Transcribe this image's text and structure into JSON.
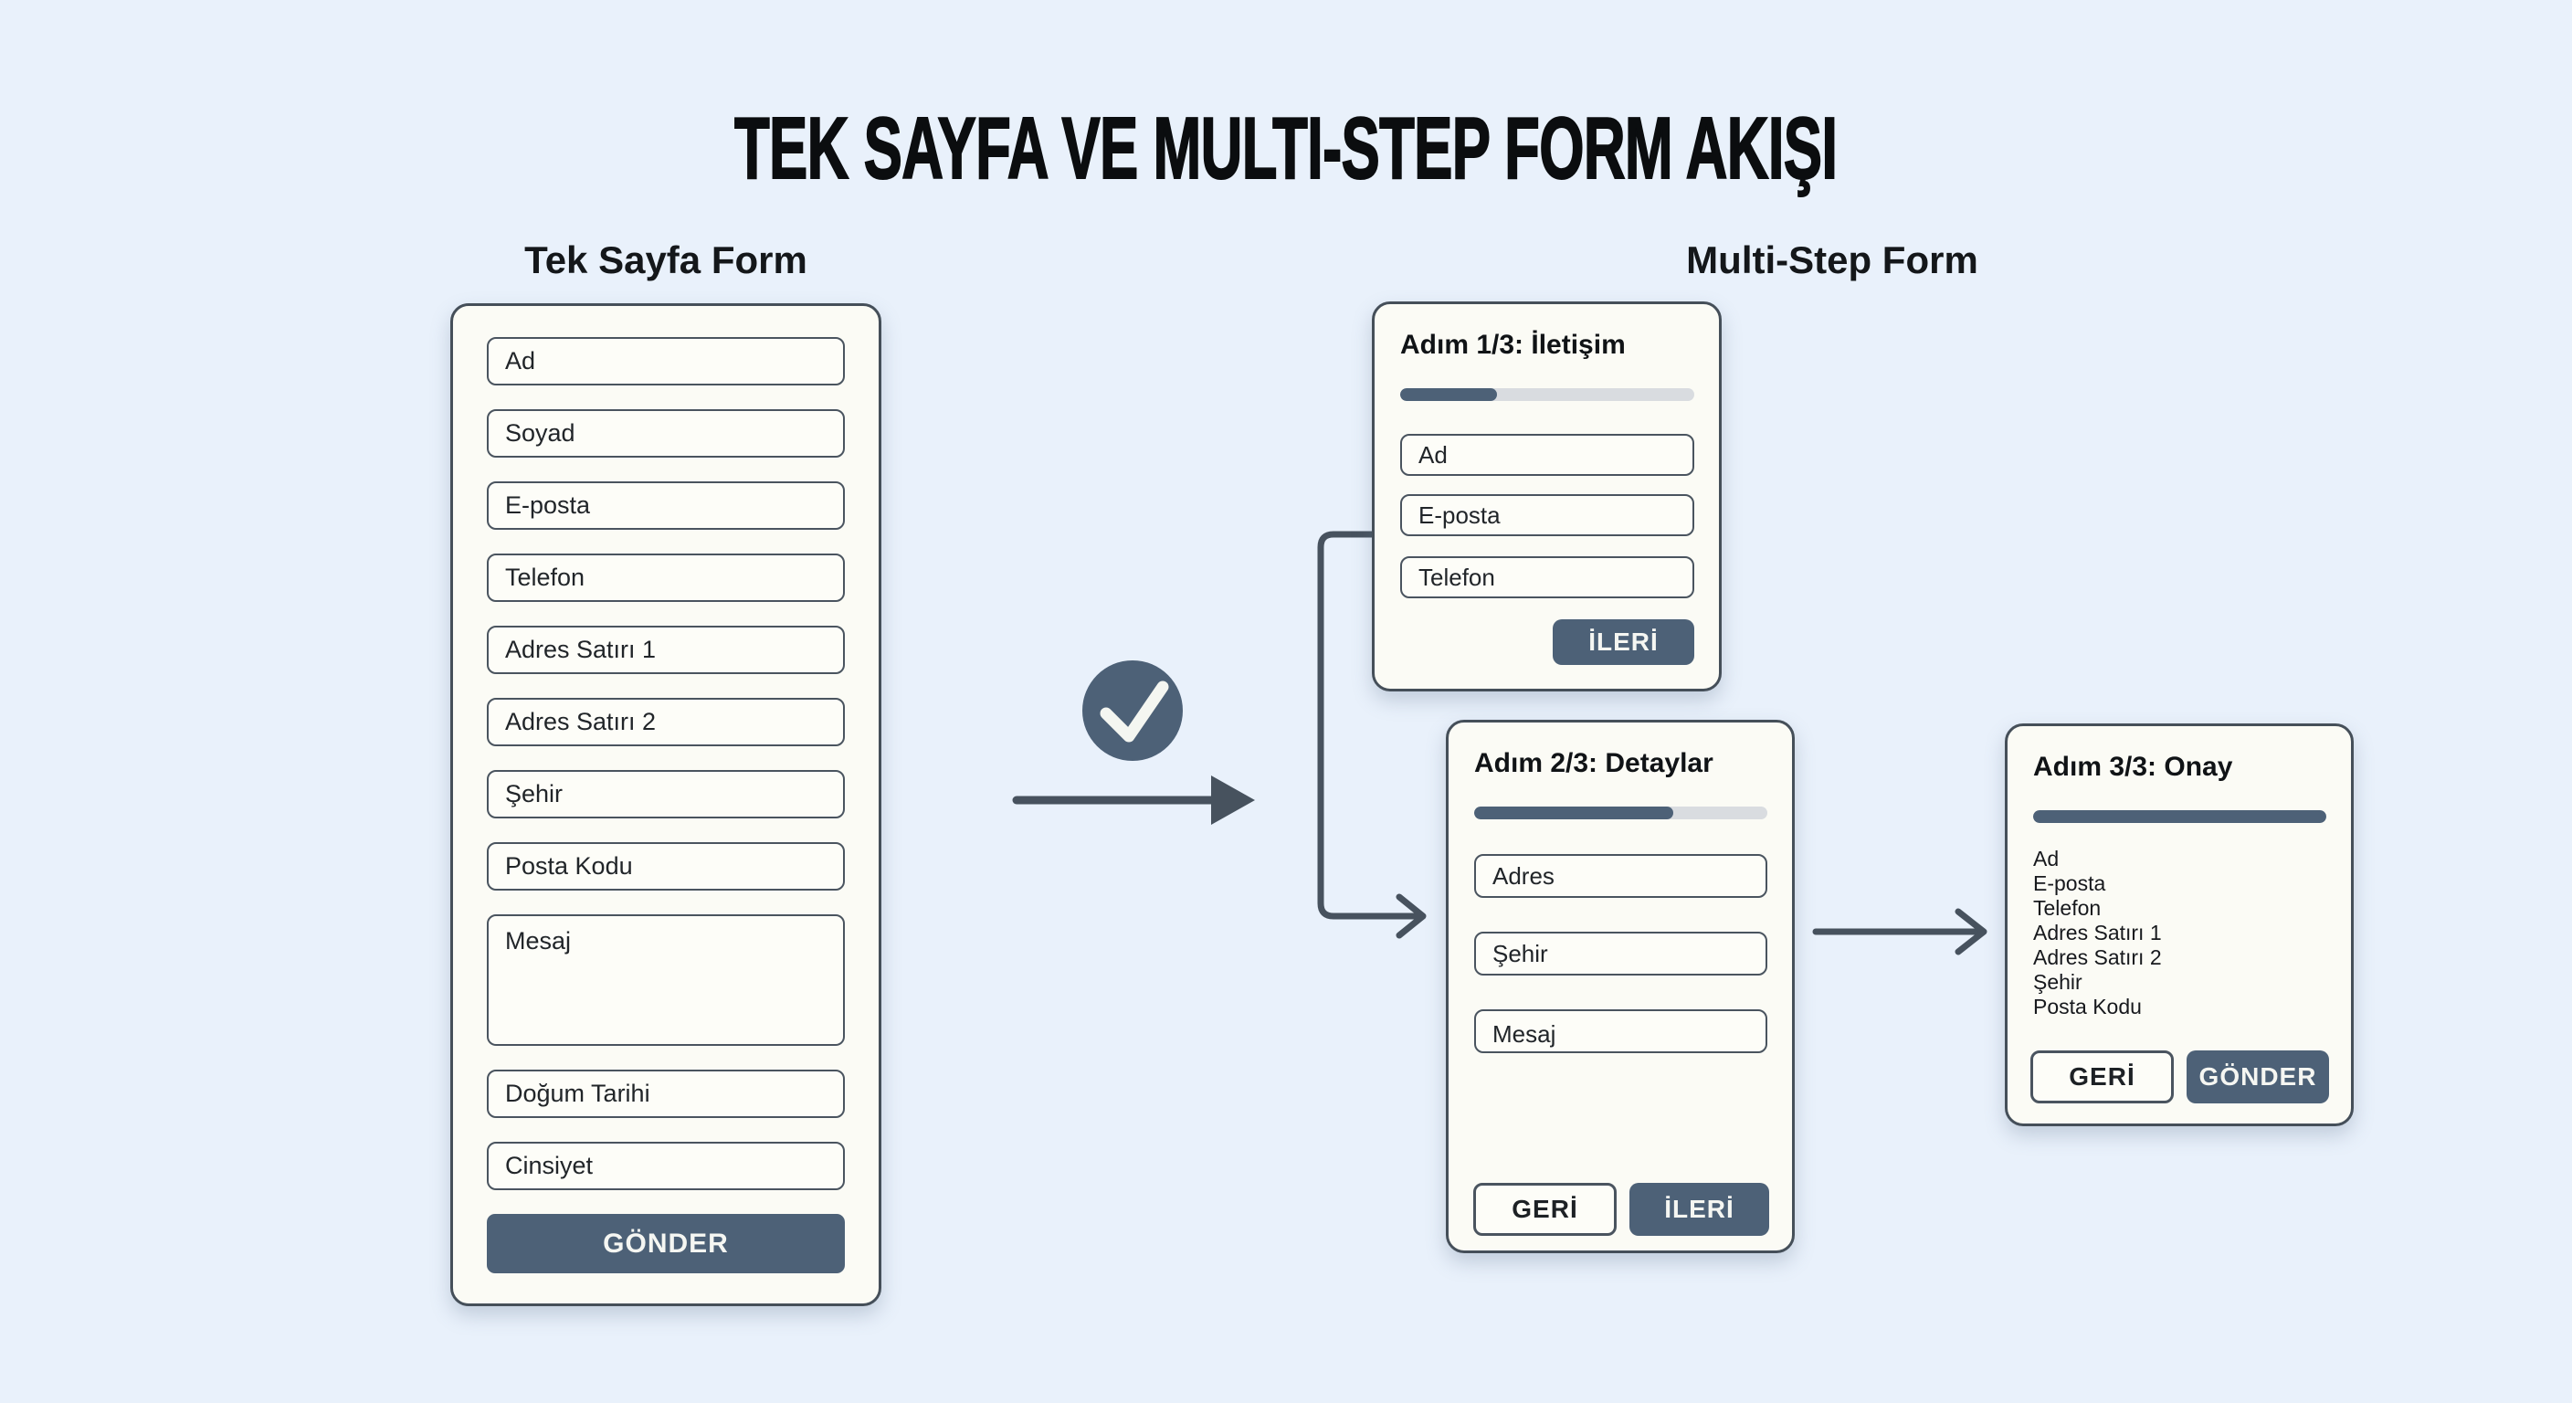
{
  "title": "TEK SAYFA VE MULTI-STEP FORM AKIŞI",
  "single_form": {
    "heading": "Tek Sayfa Form",
    "fields": [
      "Ad",
      "Soyad",
      "E-posta",
      "Telefon",
      "Adres Satırı 1",
      "Adres Satırı 2",
      "Şehir",
      "Posta Kodu"
    ],
    "message_field": "Mesaj",
    "extra_fields": [
      "Doğum Tarihi",
      "Cinsiyet"
    ],
    "submit_label": "GÖNDER"
  },
  "multi_form": {
    "heading": "Multi-Step Form",
    "steps": [
      {
        "title": "Adım 1/3: İletişim",
        "progress_percent": 33,
        "fields": [
          "Ad",
          "E-posta",
          "Telefon"
        ],
        "next_label": "İLERİ"
      },
      {
        "title": "Adım 2/3: Detaylar",
        "progress_percent": 68,
        "fields": [
          "Adres",
          "Şehir"
        ],
        "message_field": "Mesaj",
        "back_label": "GERİ",
        "next_label": "İLERİ"
      },
      {
        "title": "Adım 3/3: Onay",
        "progress_percent": 100,
        "summary": [
          "Ad",
          "E-posta",
          "Telefon",
          "Adres Satırı 1",
          "Adres Satırı 2",
          "Şehir",
          "Posta Kodu"
        ],
        "back_label": "GERİ",
        "submit_label": "GÖNDER"
      }
    ]
  },
  "icons": {
    "check_icon": "✓",
    "arrow_right_icon": "→"
  },
  "colors": {
    "background": "#e9f1fb",
    "card_bg": "#fbfbf5",
    "card_border": "#454f59",
    "input_border": "#4a545f",
    "input_bg": "#fdfdf8",
    "primary": "#4d6177",
    "primary_text": "#f5f6f2",
    "track": "#d9dce0",
    "text": "#15181b",
    "connector": "#47525e"
  }
}
